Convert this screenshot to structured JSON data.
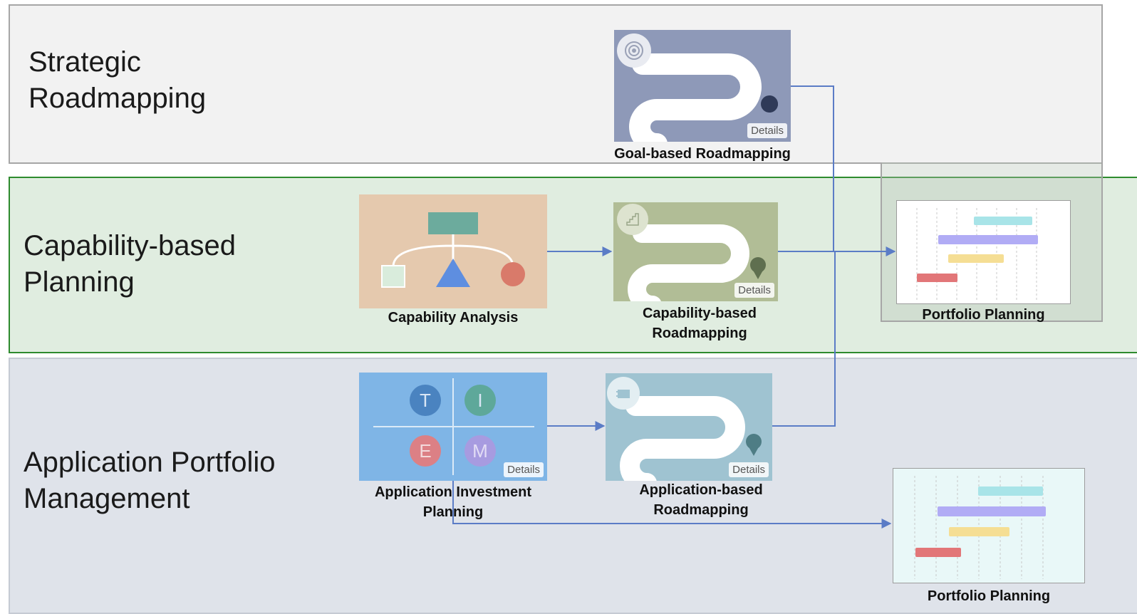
{
  "lanes": {
    "strategic": {
      "title": "Strategic\nRoadmapping"
    },
    "capability": {
      "title": "Capability-based\nPlanning"
    },
    "apm": {
      "title": "Application Portfolio\nManagement"
    }
  },
  "cards": {
    "goal_roadmap": {
      "caption": "Goal-based Roadmapping",
      "details": "Details",
      "icon": "target-icon",
      "color": "#8e99b8"
    },
    "capability_analysis": {
      "caption": "Capability Analysis",
      "color": "#e5c9ae"
    },
    "capability_roadmap": {
      "caption": "Capability-based\nRoadmapping",
      "details": "Details",
      "icon": "staircase-icon",
      "color": "#b1bd96"
    },
    "portfolio_planning_1": {
      "caption": "Portfolio Planning"
    },
    "time_matrix": {
      "caption": "Application Investment\nPlanning",
      "details": "Details",
      "quadrants": [
        "T",
        "I",
        "E",
        "M"
      ],
      "color": "#7fb5e6"
    },
    "app_roadmap": {
      "caption": "Application-based\nRoadmapping",
      "details": "Details",
      "icon": "server-icon",
      "color": "#9fc3d1"
    },
    "portfolio_planning_2": {
      "caption": "Portfolio Planning"
    }
  },
  "colors": {
    "connector": "#5b7cc6",
    "gantt_cyan": "#a8e4e8",
    "gantt_purple": "#b1acf5",
    "gantt_yellow": "#f5de94",
    "gantt_red": "#e27678"
  }
}
